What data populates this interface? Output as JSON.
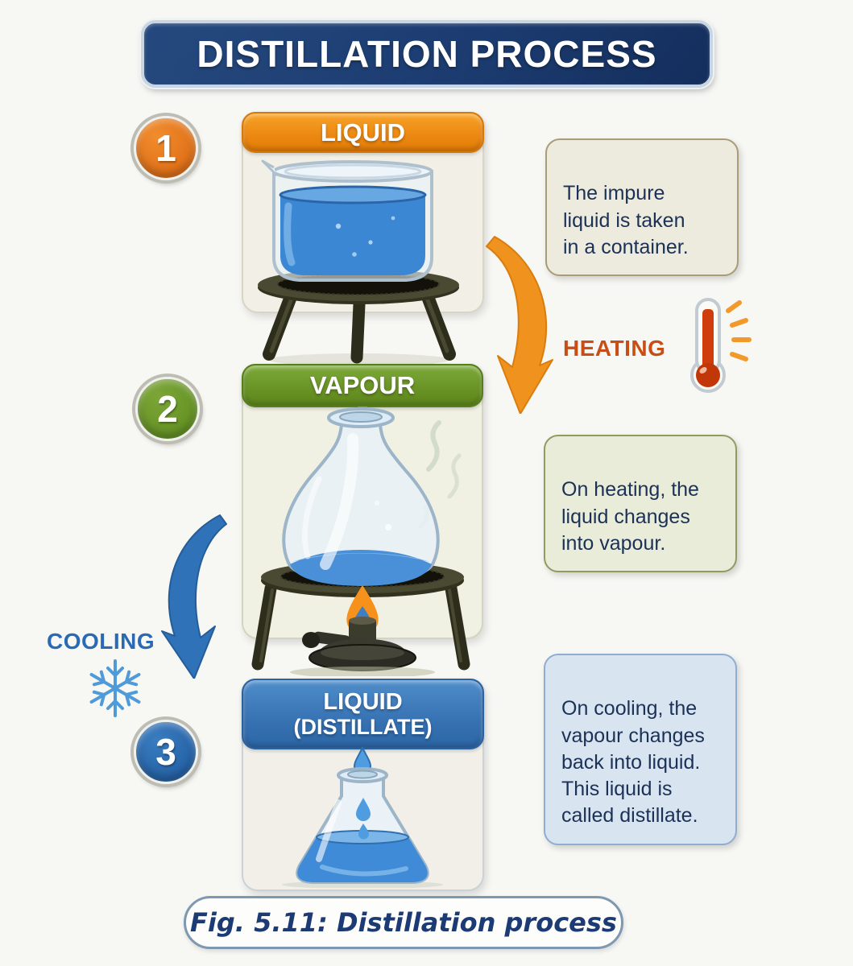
{
  "title": "DISTILLATION PROCESS",
  "caption": "Fig. 5.11: Distillation process",
  "labels": {
    "heating": "HEATING",
    "cooling": "COOLING"
  },
  "steps": [
    {
      "number": "1",
      "banner": "LIQUID",
      "description": "The impure\nliquid is taken\nin a container.",
      "accent": "#e88212",
      "illustration": "beaker-with-blue-liquid-on-tripod-stand"
    },
    {
      "number": "2",
      "banner": "VAPOUR",
      "description": "On heating, the\nliquid changes\ninto vapour.",
      "accent": "#668f22",
      "illustration": "round-flask-on-tripod-with-burner-flame"
    },
    {
      "number": "3",
      "banner_line1": "LIQUID",
      "banner_line2": "(DISTILLATE)",
      "description": "On cooling, the\nvapour changes\nback into liquid.\nThis liquid is\ncalled distillate.",
      "accent": "#3570b1",
      "illustration": "conical-flask-collecting-distillate-drops"
    }
  ],
  "icons": {
    "heating_arrow": "curved-down-arrow",
    "cooling_arrow": "curved-down-arrow",
    "thermometer": "thermometer-icon",
    "snowflake": "snowflake-icon"
  },
  "colors": {
    "title_bg": "#1c3c71",
    "heating_label": "#c84e15",
    "cooling_label": "#2a6ab5",
    "liquid_blue": "#3c87d4",
    "background": "#f7f7f4"
  }
}
